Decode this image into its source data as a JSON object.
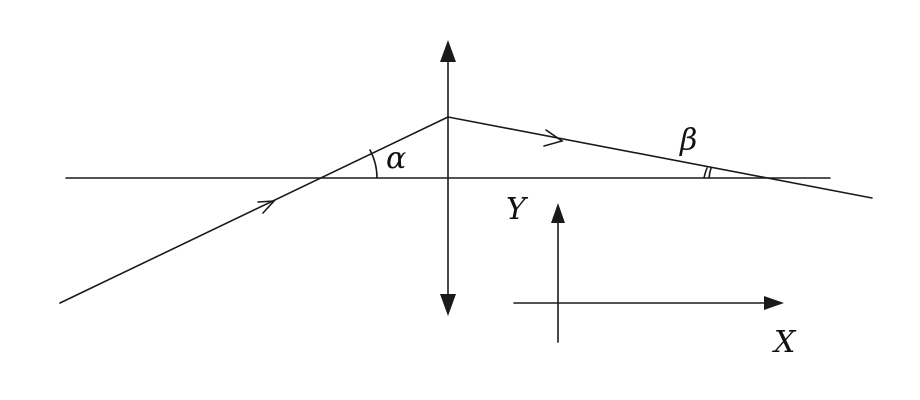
{
  "labels": {
    "alpha": "α",
    "beta": "β",
    "y_axis": "Y",
    "x_axis": "X"
  },
  "colors": {
    "ink": "#1a1a1a",
    "background": "#ffffff"
  }
}
